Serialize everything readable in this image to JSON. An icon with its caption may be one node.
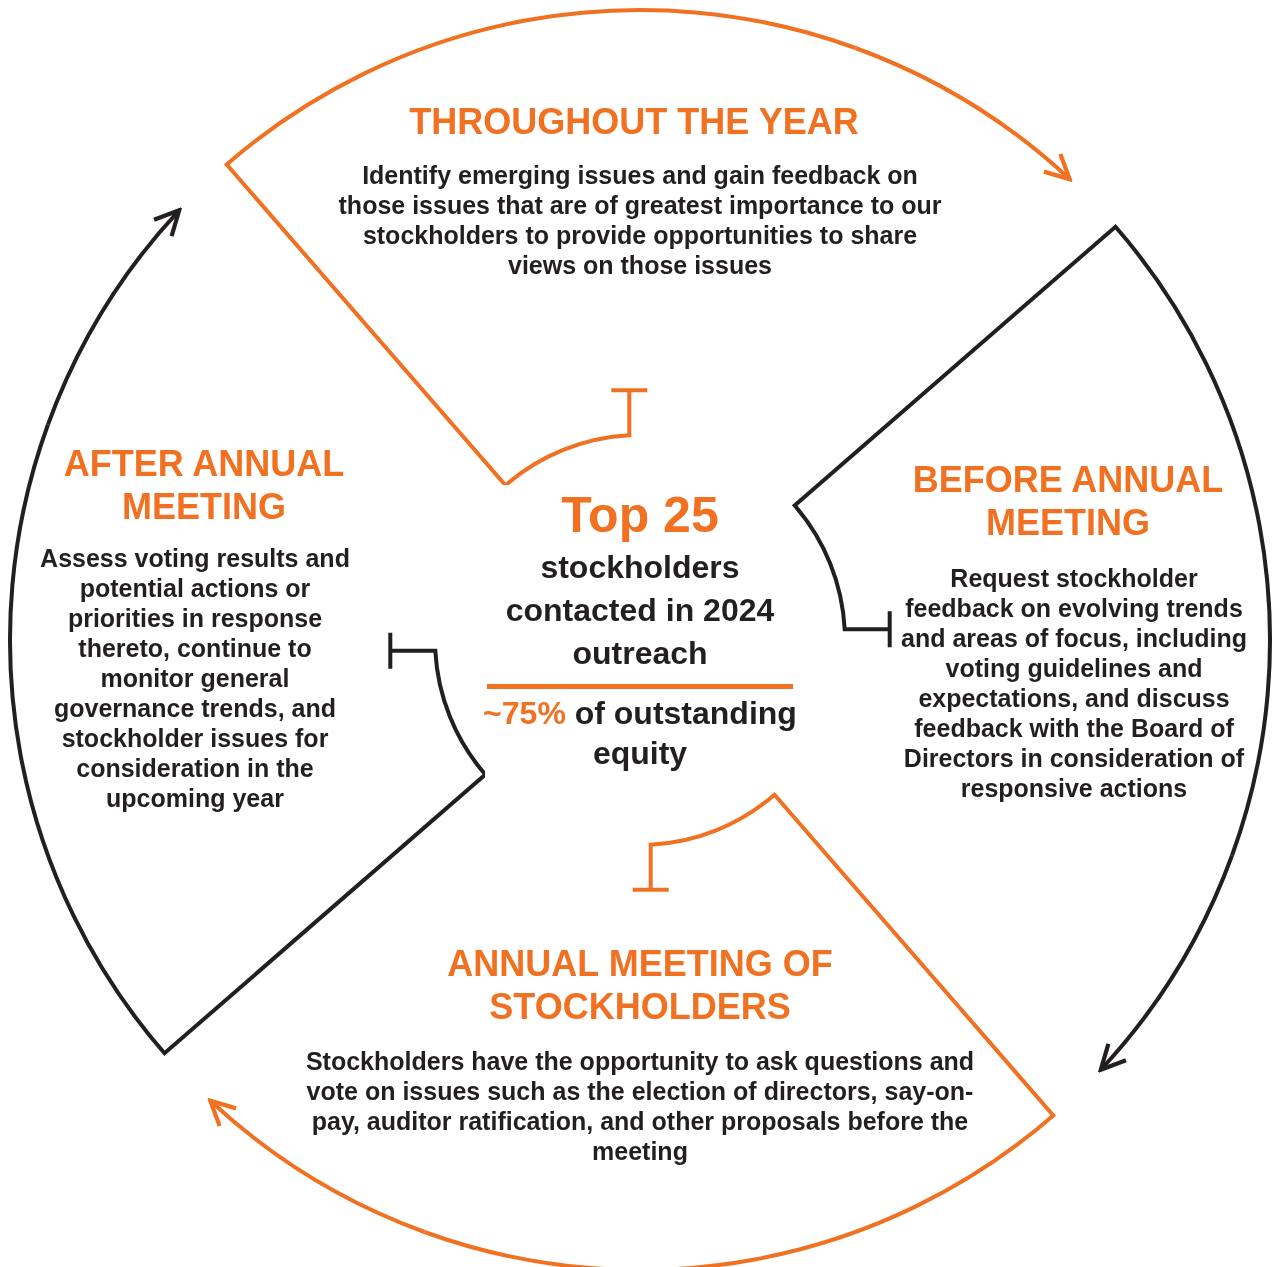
{
  "diagram": {
    "nodes": [
      {
        "text": [
          "THROUGHOUT THE YEAR",
          "Identify emerging issues and gain feedback on those issues that are of greatest importance to our stockholders to provide opportunities to share views on those issues"
        ]
      },
      {
        "text": [
          "BEFORE ANNUAL MEETING",
          "Request stockholder feedback on evolving trends and areas of focus, including voting guidelines and expectations, and discuss feedback with the Board of Directors in consideration of responsive actions"
        ]
      },
      {
        "text": [
          "ANNUAL MEETING OF STOCKHOLDERS",
          "Stockholders have the opportunity to ask questions and vote on issues such as the election of directors, say-on-pay, auditor ratification, and other proposals before the meeting"
        ]
      },
      {
        "text": [
          "AFTER ANNUAL MEETING",
          "Assess voting results and potential actions or priorities in response thereto, continue to monitor general governance trends, and stockholder issues for consideration in the upcoming year"
        ]
      },
      {
        "text": [
          "Top 25",
          "stockholders contacted in 2024 outreach",
          "~75%",
          "of outstanding equity"
        ]
      }
    ],
    "edges": [
      {
        "from": 0,
        "to": 1,
        "arrow": "to",
        "color": "#f07122"
      },
      {
        "from": 1,
        "to": 2,
        "arrow": "to",
        "color": "#231f20"
      },
      {
        "from": 2,
        "to": 3,
        "arrow": "to",
        "color": "#f07122"
      },
      {
        "from": 3,
        "to": 0,
        "arrow": "to",
        "color": "#231f20"
      }
    ]
  }
}
